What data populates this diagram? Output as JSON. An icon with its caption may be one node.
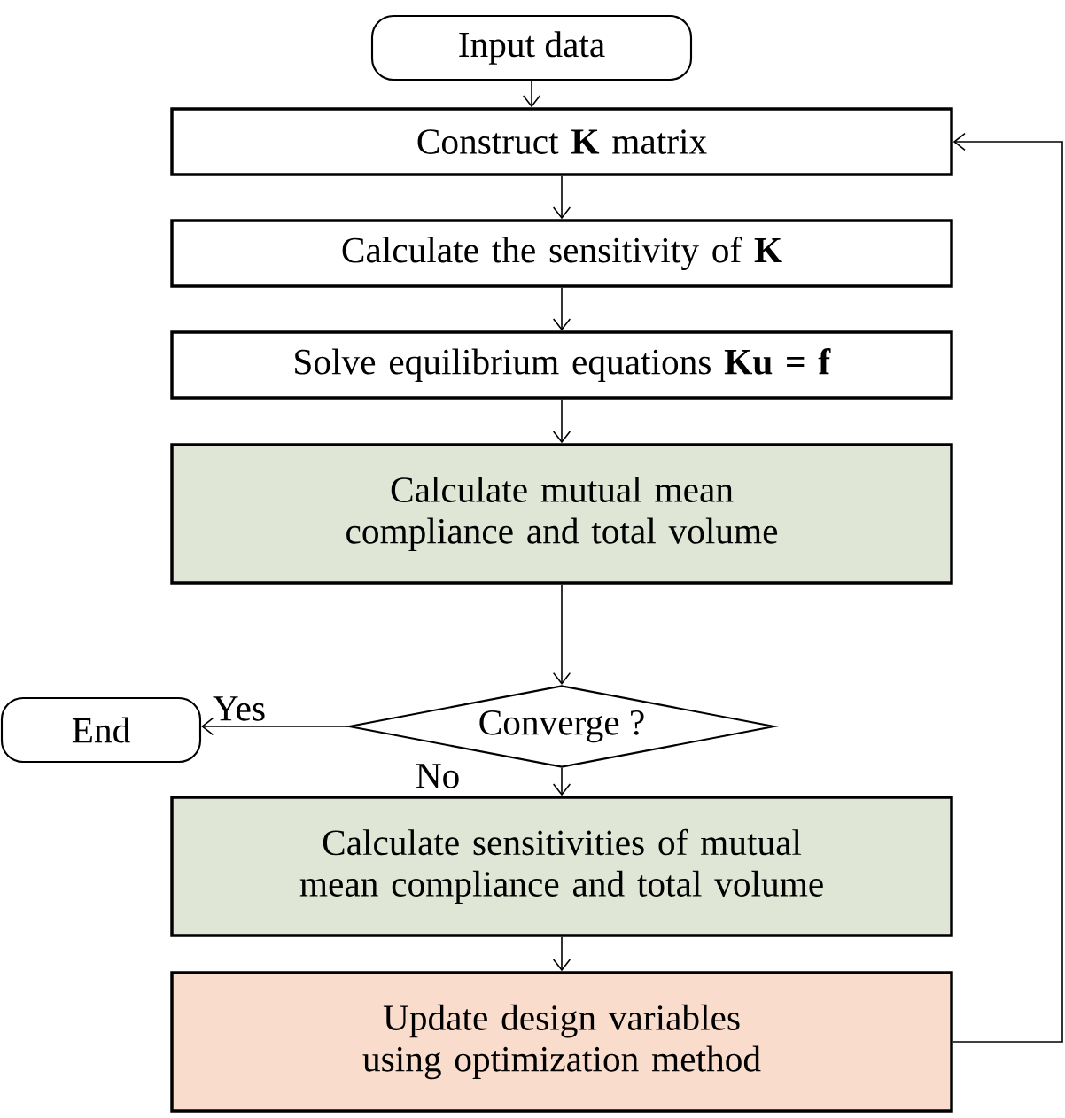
{
  "diagram": {
    "nodes": [
      {
        "text": [
          "Input data"
        ]
      },
      {
        "text": [
          "Construct **K** matrix"
        ]
      },
      {
        "text": [
          "Calculate the sensitivity of **K**"
        ]
      },
      {
        "text": [
          "Solve equilibrium equations **Ku = f**"
        ]
      },
      {
        "text": [
          "Calculate mutual mean compliance and total volume"
        ]
      },
      {
        "text": [
          "Converge ?"
        ]
      },
      {
        "text": [
          "End"
        ]
      },
      {
        "text": [
          "Calculate sensitivities of mutual mean compliance and total volume"
        ]
      },
      {
        "text": [
          "Update design variables using optimization method"
        ]
      }
    ],
    "edges": [
      {
        "from": 0,
        "to": 1,
        "arrow": "to"
      },
      {
        "from": 1,
        "to": 2,
        "arrow": "to"
      },
      {
        "from": 2,
        "to": 3,
        "arrow": "to"
      },
      {
        "from": 3,
        "to": 4,
        "arrow": "to"
      },
      {
        "from": 4,
        "to": 5,
        "arrow": "to"
      },
      {
        "from": 5,
        "to": 6,
        "arrow": "to",
        "label": "Yes"
      },
      {
        "from": 5,
        "to": 7,
        "arrow": "to",
        "label": "No"
      },
      {
        "from": 7,
        "to": 8,
        "arrow": "to"
      },
      {
        "from": 8,
        "to": 1,
        "arrow": "to"
      }
    ]
  }
}
